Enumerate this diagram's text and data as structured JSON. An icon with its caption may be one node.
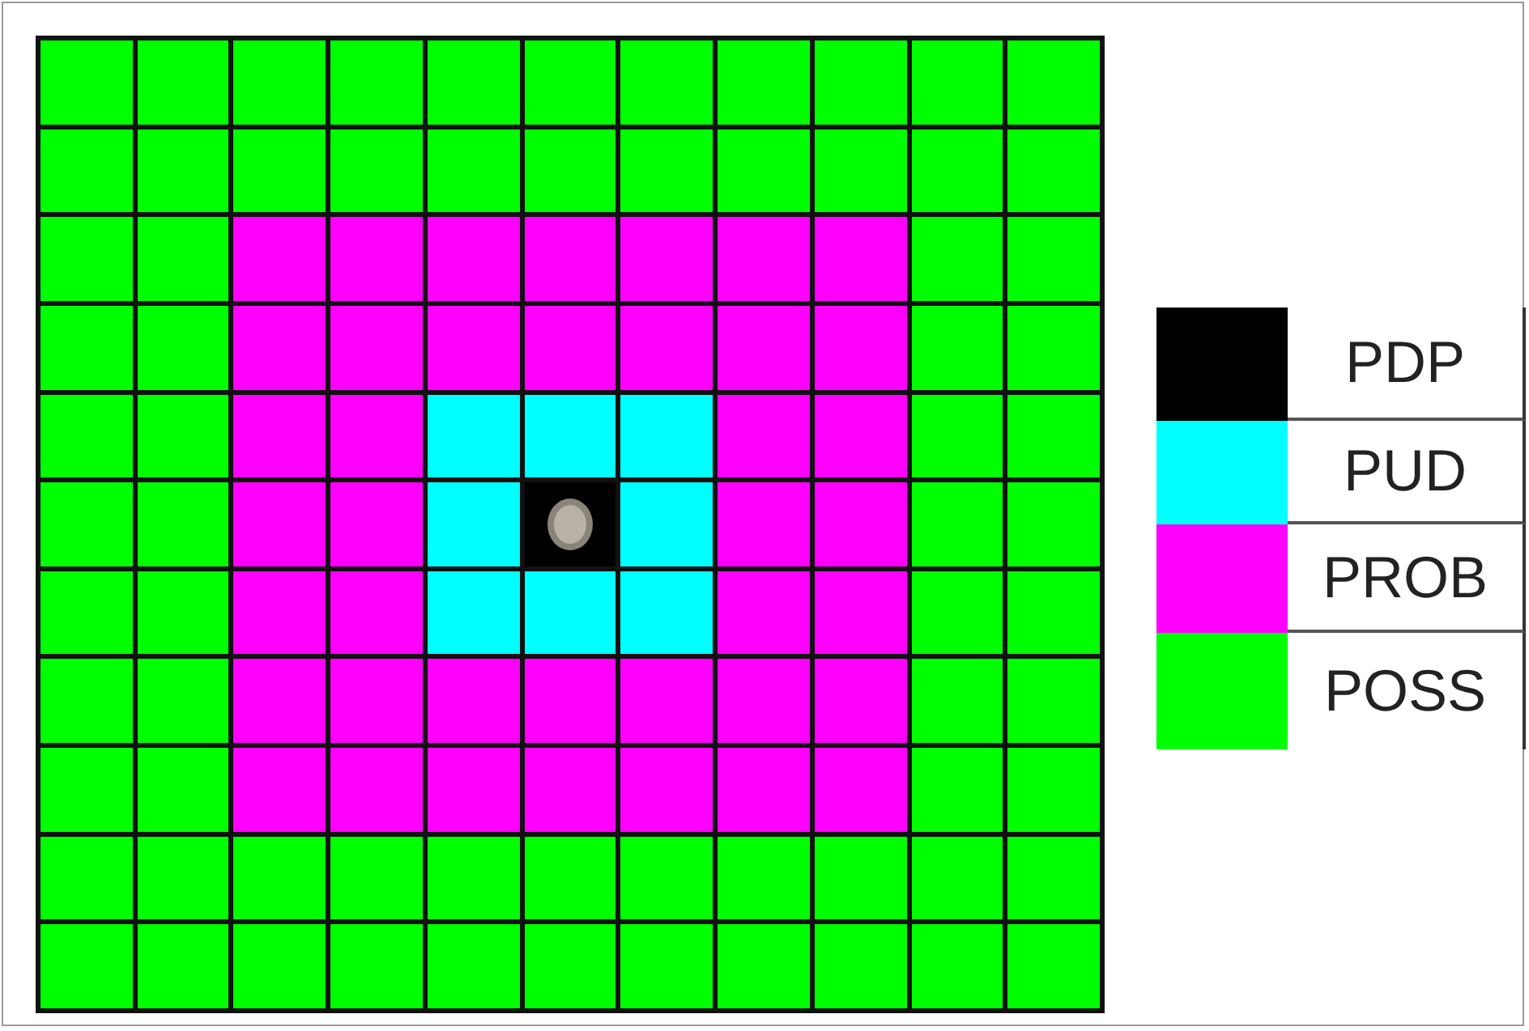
{
  "diagram": {
    "legend": [
      {
        "text": "PDP",
        "color": "#000000"
      },
      {
        "text": "PUD",
        "color": "#00ffff"
      },
      {
        "text": "PROB",
        "color": "#ff00ff"
      },
      {
        "text": "POSS",
        "color": "#00ff00"
      }
    ]
  }
}
